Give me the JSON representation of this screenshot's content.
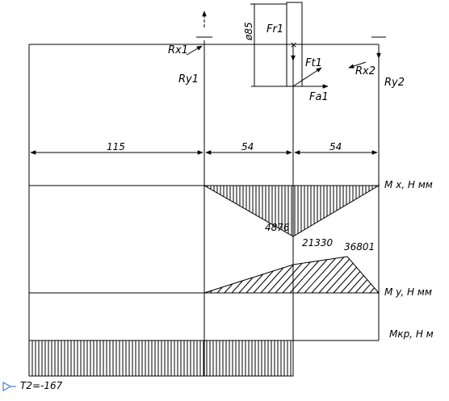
{
  "forces": {
    "rx1": "Rx1",
    "ry1": "Ry1",
    "rx2": "Rx2",
    "ry2": "Ry2",
    "fr1": "Fr1",
    "ft1": "Ft1",
    "fa1": "Fa1",
    "diameter": "ø85"
  },
  "dimensions": {
    "span1": "115",
    "span2": "54",
    "span3": "54"
  },
  "diagrams": {
    "mx_label": "M x, Н мм",
    "mx_value1": "4876",
    "mx_value2": "21330",
    "my_label": "M y, Н мм",
    "my_value": "36801",
    "mkr_label": "Mкр, Н м",
    "torque_label": "T2=-167"
  },
  "colors": {
    "line": "#000000",
    "marker": "#2b5fd9"
  }
}
